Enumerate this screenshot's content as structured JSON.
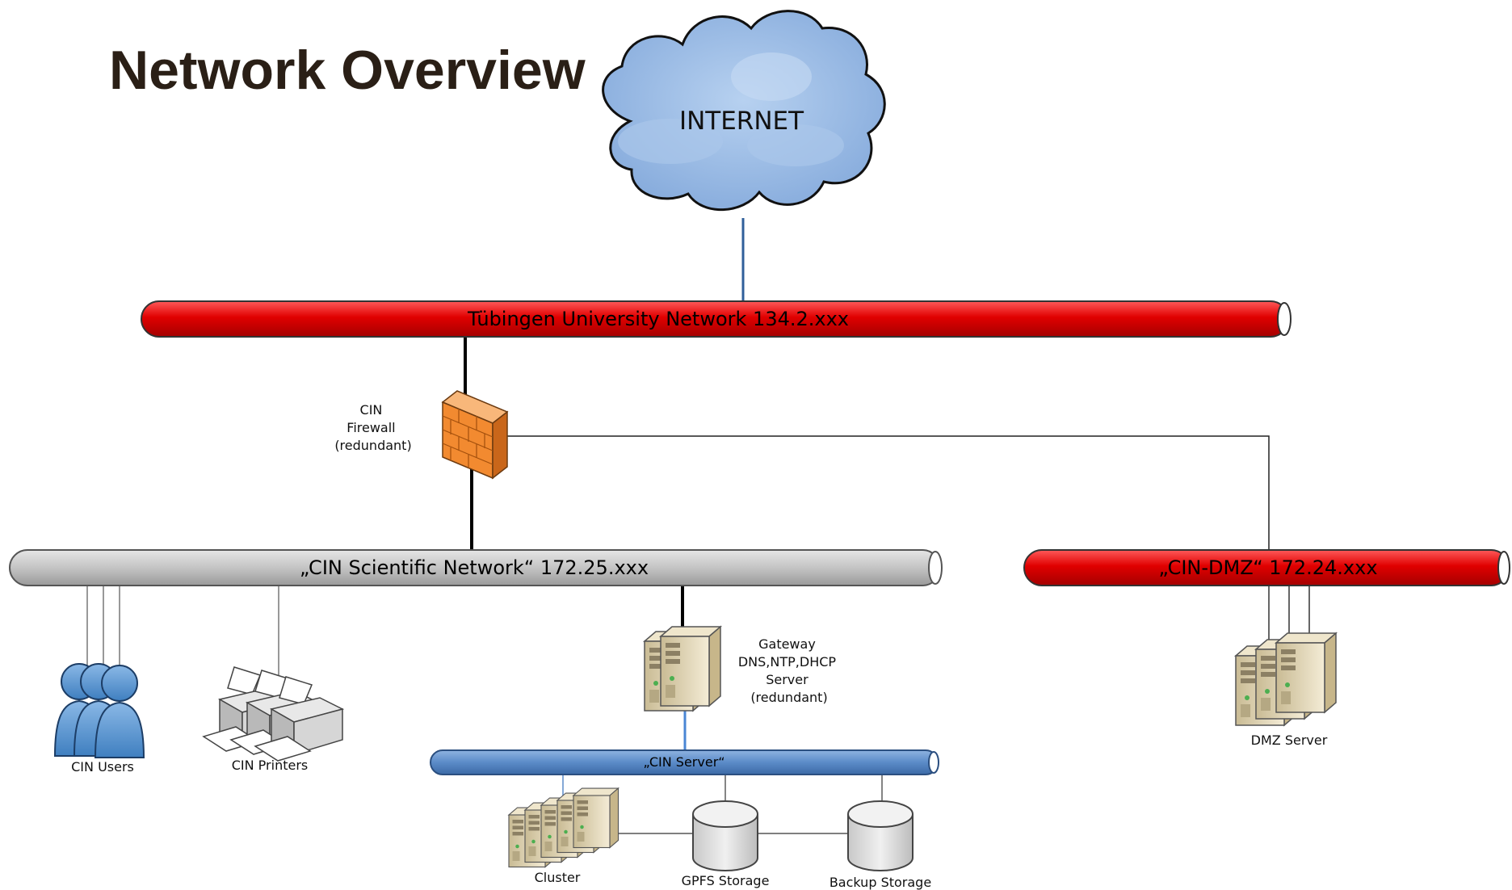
{
  "title": "Network Overview",
  "colors": {
    "internet_cloud": "#8eb4e3",
    "university_pipe": "#e00000",
    "scientific_pipe": "#bfbfbf",
    "dmz_pipe": "#e00000",
    "server_pipe": "#5b8bc8",
    "firewall": "#f28a30",
    "server_body": "#e9dfc4",
    "storage": "#d9d9d9",
    "users": "#5b9bd5"
  },
  "nodes": {
    "internet": "INTERNET",
    "university_network": "Tübingen University Network 134.2.xxx",
    "firewall": [
      "CIN",
      "Firewall",
      "(redundant)"
    ],
    "scientific_network": "„CIN Scientific Network“ 172.25.xxx",
    "dmz_network": "„CIN-DMZ“ 172.24.xxx",
    "cin_users": "CIN Users",
    "cin_printers": "CIN Printers",
    "gateway": [
      "Gateway",
      "DNS,NTP,DHCP",
      "Server",
      "(redundant)"
    ],
    "cin_server_network": "„CIN Server“",
    "dmz_server": "DMZ Server",
    "cluster": "Cluster",
    "gpfs_storage": "GPFS Storage",
    "backup_storage": "Backup Storage"
  },
  "icons": {
    "internet": "cloud-icon",
    "firewall": "firewall-icon",
    "users": "users-icon",
    "printers": "printer-icon",
    "gateway": "server-icon",
    "dmz": "server-icon",
    "cluster": "server-rack-icon",
    "storage": "database-icon"
  }
}
